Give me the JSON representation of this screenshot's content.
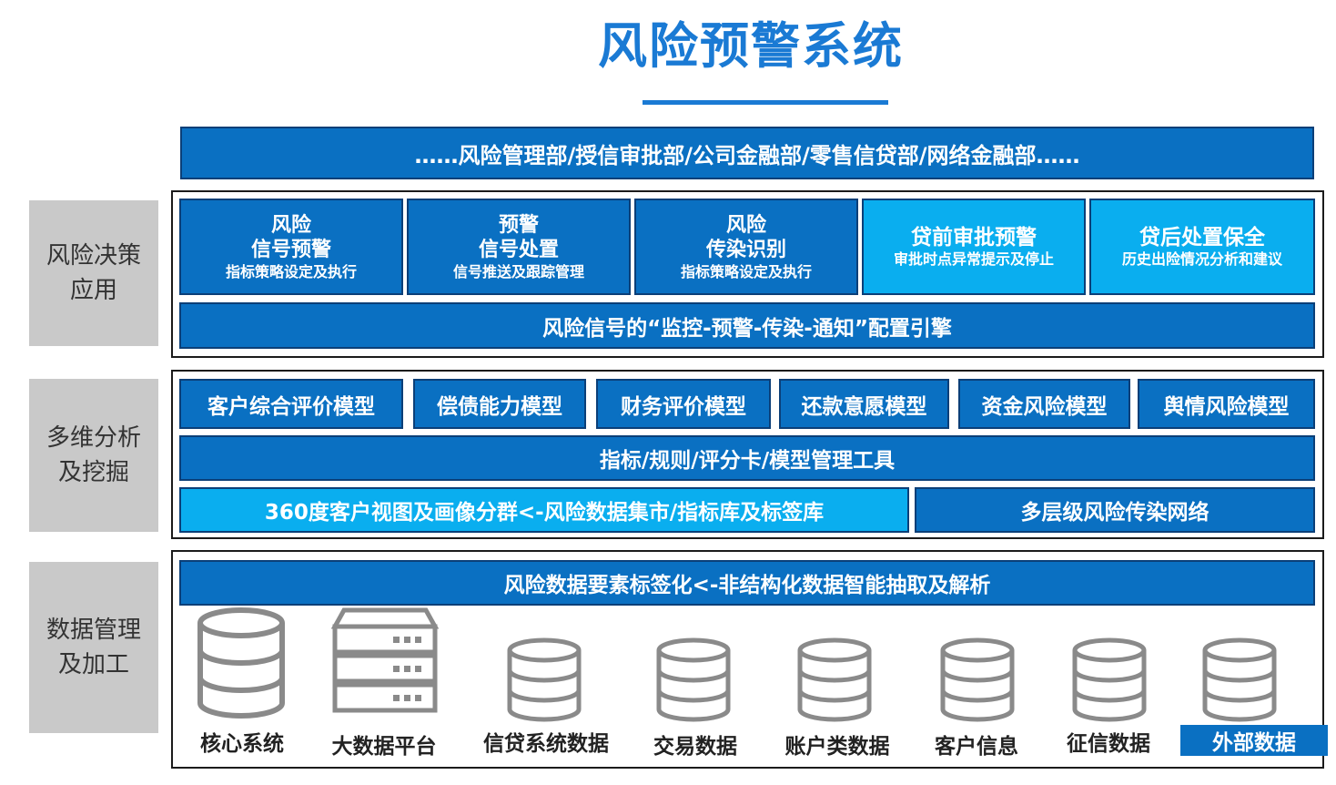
{
  "title": "风险预警系统",
  "colors": {
    "primary": "#0a70c2",
    "accent": "#0aaeef",
    "title": "#1a7ad4",
    "side": "#c9c9c9"
  },
  "departments": "……风险管理部/授信审批部/公司金融部/零售信贷部/网络金融部……",
  "layers": {
    "decision": {
      "label": "风险决策\n应用",
      "apps": [
        {
          "main": "风险\n信号预警",
          "sub": "指标策略设定及执行"
        },
        {
          "main": "预警\n信号处置",
          "sub": "信号推送及跟踪管理"
        },
        {
          "main": "风险\n传染识别",
          "sub": "指标策略设定及执行"
        },
        {
          "main": "贷前审批预警",
          "sub": "审批时点异常提示及停止"
        },
        {
          "main": "贷后处置保全",
          "sub": "历史出险情况分析和建议"
        }
      ],
      "engine": "风险信号的“监控-预警-传染-通知”配置引擎"
    },
    "analysis": {
      "label": "多维分析\n及挖掘",
      "models": [
        "客户综合评价模型",
        "偿债能力模型",
        "财务评价模型",
        "还款意愿模型",
        "资金风险模型",
        "舆情风险模型"
      ],
      "tools": "指标/规则/评分卡/模型管理工具",
      "view": "360度客户视图及画像分群<-风险数据集市/指标库及标签库",
      "network": "多层级风险传染网络"
    },
    "data": {
      "label": "数据管理\n及加工",
      "tagging": "风险数据要素标签化<-非结构化数据智能抽取及解析",
      "sources": [
        {
          "label": "核心系统",
          "icon": "database-icon"
        },
        {
          "label": "大数据平台",
          "icon": "server-rack-icon"
        },
        {
          "label": "信贷系统数据",
          "icon": "database-icon"
        },
        {
          "label": "交易数据",
          "icon": "database-icon"
        },
        {
          "label": "账户类数据",
          "icon": "database-icon"
        },
        {
          "label": "客户信息",
          "icon": "database-icon"
        },
        {
          "label": "征信数据",
          "icon": "database-icon"
        },
        {
          "label": "外部数据",
          "icon": "database-icon"
        }
      ]
    }
  }
}
